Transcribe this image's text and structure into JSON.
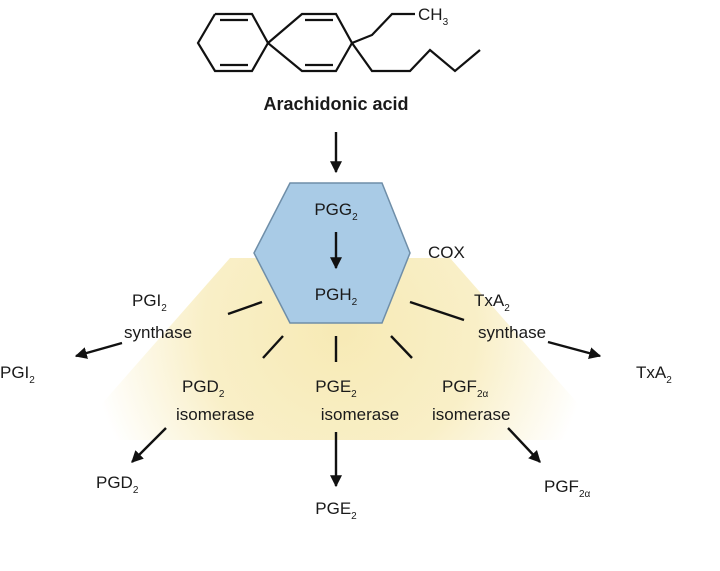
{
  "molecule": {
    "name": "Arachidonic acid",
    "end_group": "CH",
    "end_group_sub": "3"
  },
  "hexagon": {
    "fill": "#a9cbe6",
    "stroke": "#6f8ea8",
    "top_label": "PGG",
    "top_sub": "2",
    "bottom_label": "PGH",
    "bottom_sub": "2"
  },
  "glow_color": "#f7eab5",
  "enzyme_label": "COX",
  "enzymes": {
    "pgi": {
      "line1": "PGI",
      "line1_sub": "2",
      "line2": "synthase"
    },
    "txa": {
      "line1": "TxA",
      "line1_sub": "2",
      "line2": "synthase"
    },
    "pgd": {
      "line1": "PGD",
      "line1_sub": "2",
      "line2": "isomerase"
    },
    "pge": {
      "line1": "PGE",
      "line1_sub": "2",
      "line2": "isomerase"
    },
    "pgf": {
      "line1": "PGF",
      "line1_sub": "2α",
      "line2": "isomerase"
    }
  },
  "products": {
    "pgi": {
      "label": "PGI",
      "sub": "2"
    },
    "txa": {
      "label": "TxA",
      "sub": "2"
    },
    "pgd": {
      "label": "PGD",
      "sub": "2"
    },
    "pge": {
      "label": "PGE",
      "sub": "2"
    },
    "pgf": {
      "label": "PGF",
      "sub": "2α"
    }
  }
}
